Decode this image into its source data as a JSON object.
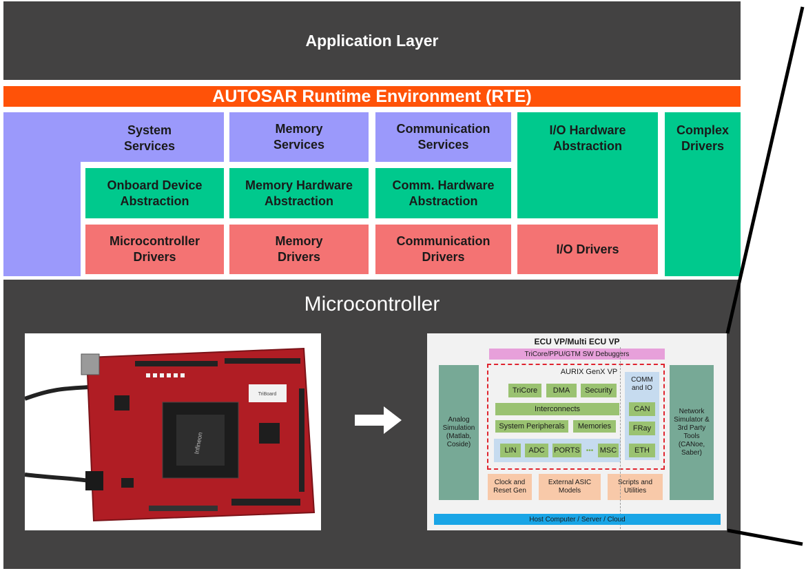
{
  "layers": {
    "application": "Application Layer",
    "rte": "AUTOSAR Runtime Environment (RTE)",
    "microcontroller": "Microcontroller"
  },
  "blocks": {
    "system_services": "System\nServices",
    "memory_services": "Memory\nServices",
    "communication_services": "Communication\nServices",
    "io_hw_abstraction": "I/O Hardware\nAbstraction",
    "complex_drivers": "Complex\nDrivers",
    "onboard_device_abstraction": "Onboard Device\nAbstraction",
    "memory_hw_abstraction": "Memory Hardware\nAbstraction",
    "comm_hw_abstraction": "Comm. Hardware\nAbstraction",
    "microcontroller_drivers": "Microcontroller\nDrivers",
    "memory_drivers": "Memory\nDrivers",
    "communication_drivers": "Communication\nDrivers",
    "io_drivers": "I/O Drivers"
  },
  "board": {
    "chip_label": "Infineon",
    "sticker": "TriBoard"
  },
  "vp": {
    "title": "ECU VP/Multi ECU VP",
    "debuggers": "TriCore/PPU/GTM SW Debuggers",
    "aurix": "AURIX GenX VP",
    "tricore": "TriCore",
    "dma": "DMA",
    "security": "Security",
    "comm_io": "COMM\nand IO",
    "interconnects": "Interconnects",
    "can": "CAN",
    "system_peripherals": "System Peripherals",
    "memories": "Memories",
    "fray": "FRay",
    "lin": "LIN",
    "adc": "ADC",
    "ports": "PORTS",
    "dots": "•••",
    "msc": "MSC",
    "eth": "ETH",
    "analog_sim": "Analog\nSimulation\n(Matlab,\nCoside)",
    "network_sim": "Network\nSimulator &\n3rd Party\nTools\n(CANoe,\nSaber)",
    "clock_reset": "Clock and\nReset Gen",
    "external_asic": "External ASIC\nModels",
    "scripts": "Scripts and\nUtilities",
    "host": "Host Computer / Server / Cloud"
  }
}
